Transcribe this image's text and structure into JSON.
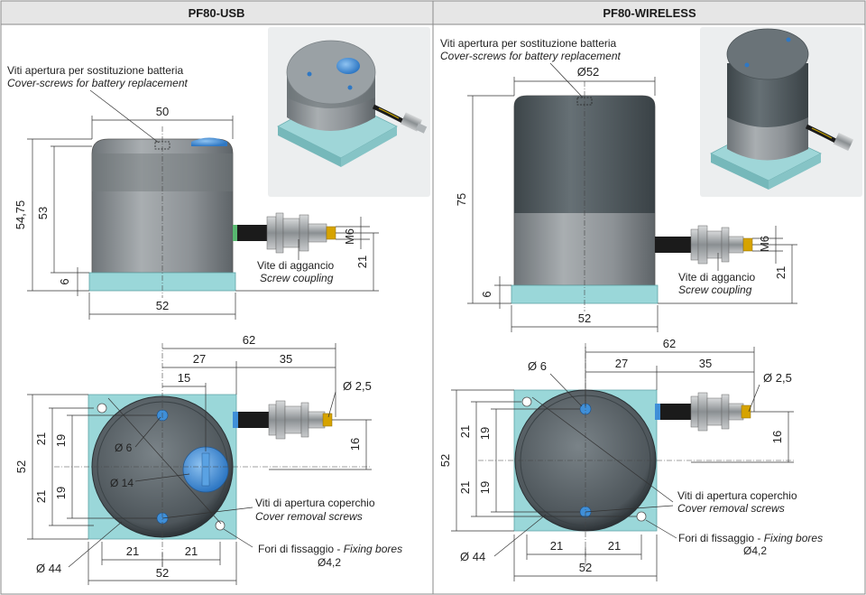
{
  "headers": {
    "left": "PF80-USB",
    "right": "PF80-WIRELESS"
  },
  "notes": {
    "battery_it": "Viti apertura per sostituzione batteria",
    "battery_en": "Cover-screws for battery replacement",
    "coupling_it": "Vite di aggancio",
    "coupling_en": "Screw coupling",
    "cover_it": "Viti di apertura coperchio",
    "cover_en": "Cover removal screws",
    "bores_it": "Fori di fissaggio - ",
    "bores_en": "Fixing bores",
    "bores_dia": "Ø4,2"
  },
  "usb": {
    "side": {
      "width": "50",
      "height_total": "54,75",
      "height_body": "53",
      "base": "6",
      "base_width": "52",
      "thread": "M6",
      "axis_height": "21"
    },
    "top": {
      "total": "62",
      "left": "27",
      "right": "35",
      "offset": "15",
      "pin": "Ø 2,5",
      "cable": "16",
      "height": "52",
      "r1": "21",
      "r2": "19",
      "r3": "21",
      "r4": "19",
      "screw": "Ø 6",
      "cap": "Ø 14",
      "dia": "Ø 44",
      "b1": "21",
      "b2": "21",
      "width": "52"
    }
  },
  "wireless": {
    "side": {
      "diameter": "Ø52",
      "height": "75",
      "base": "6",
      "base_width": "52",
      "thread": "M6",
      "axis_height": "21"
    },
    "top": {
      "total": "62",
      "left": "27",
      "right": "35",
      "pin": "Ø 2,5",
      "cable": "16",
      "height": "52",
      "r1": "21",
      "r2": "19",
      "r3": "21",
      "r4": "19",
      "screw": "Ø 6",
      "dia": "Ø 44",
      "b1": "21",
      "b2": "21",
      "width": "52"
    }
  },
  "colors": {
    "body_gray": "#8c9296",
    "base_teal": "#9ad7d9",
    "cap_dark": "#505a60",
    "cap_blue": "#3f8fd8",
    "cable_black": "#1b1b1b"
  }
}
